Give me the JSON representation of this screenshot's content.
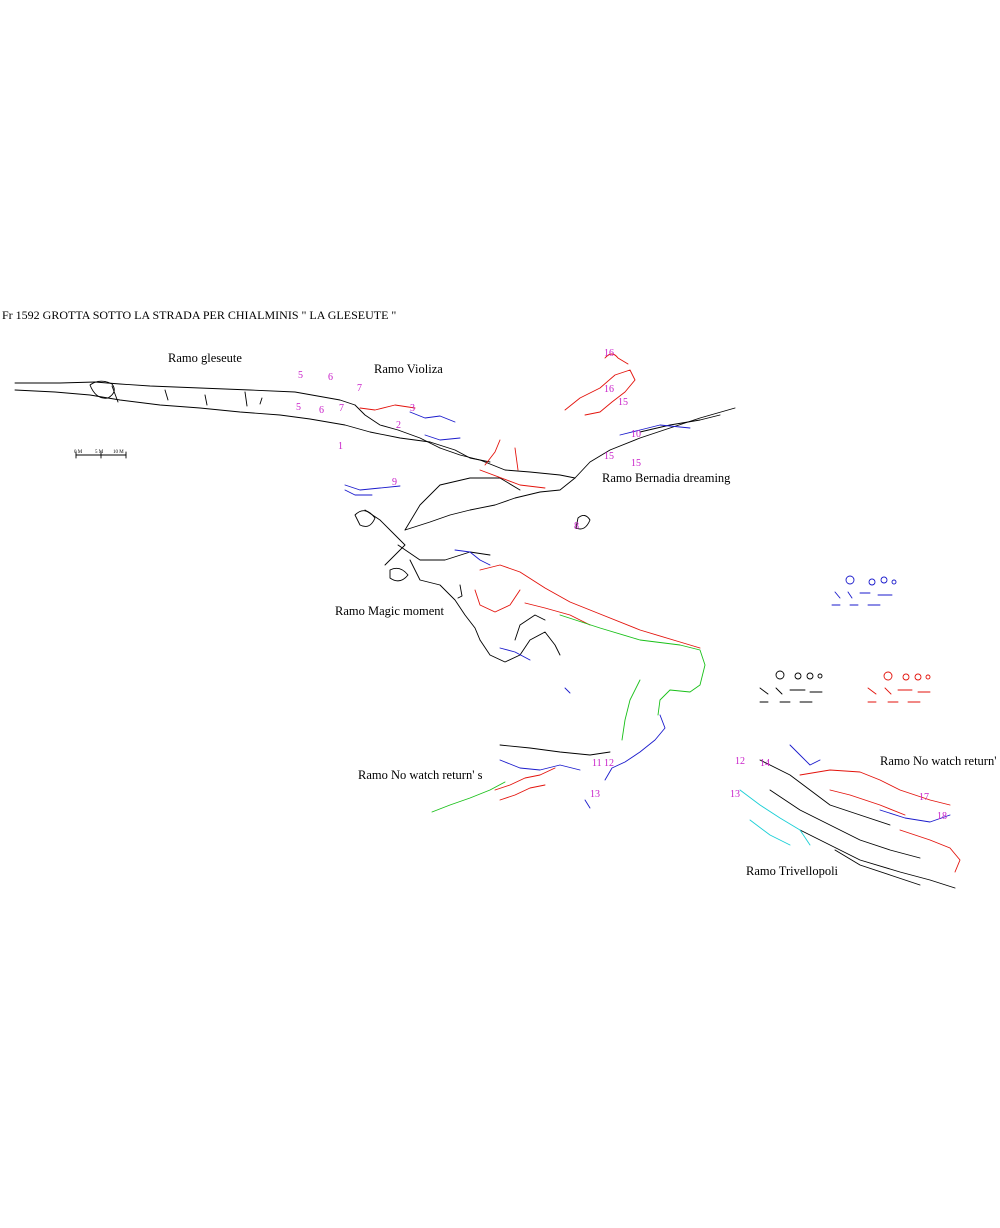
{
  "title": "Fr 1592 GROTTA SOTTO LA STRADA PER CHIALMINIS \" LA GLESEUTE \"",
  "colors": {
    "black": "#000000",
    "red": "#e3120b",
    "blue": "#1a1acc",
    "green": "#19c019",
    "cyan": "#19cfd6",
    "magenta": "#c81ec8"
  },
  "branches": {
    "gleseute": "Ramo gleseute",
    "violiza": "Ramo Violiza",
    "bernadia": "Ramo Bernadia dreaming",
    "magic": "Ramo Magic moment",
    "nowatch_main": "Ramo No watch return' s",
    "nowatch_detail": "Ramo No watch return' s",
    "trivellopoli": "Ramo Trivellopoli"
  },
  "scale_bar": {
    "labels": [
      "0 M",
      "5 M",
      "10 M"
    ]
  },
  "section_numbers": {
    "n5a": "5",
    "n6a": "6",
    "n5b": "5",
    "n6b": "6",
    "n7a": "7",
    "n7b": "7",
    "n3": "3",
    "n2": "2",
    "n1": "1",
    "n16a": "16",
    "n16b": "16",
    "n15a": "15",
    "n15b": "15",
    "n15c": "15",
    "n10": "10",
    "n12a": "12",
    "n11": "11",
    "n13a": "13",
    "n8": "8",
    "n9": "9",
    "n12b": "12",
    "n14": "14",
    "n13b": "13",
    "n17": "17",
    "n18": "18"
  }
}
